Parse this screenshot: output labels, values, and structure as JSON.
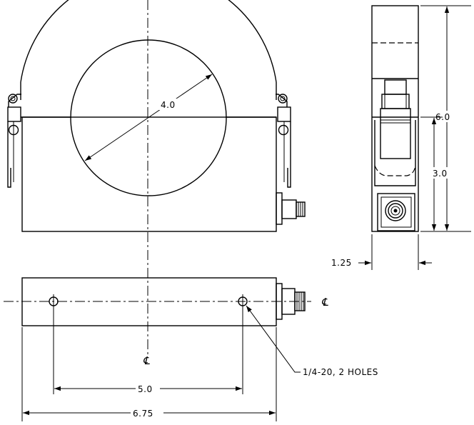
{
  "dimensions": {
    "inner_diameter": "4.0",
    "overall_height": "6.0",
    "mount_height": "3.0",
    "thickness": "1.25",
    "hole_spacing": "5.0",
    "overall_length": "6.75"
  },
  "notes": {
    "holes": "1/4-20, 2 HOLES"
  },
  "symbols": {
    "centerline": "℄"
  }
}
